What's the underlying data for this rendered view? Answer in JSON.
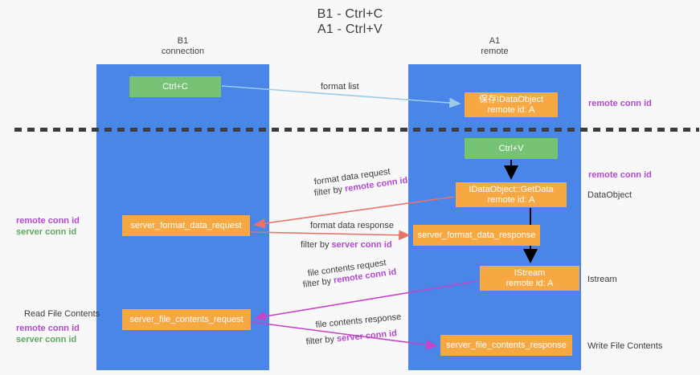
{
  "title": {
    "line1": "B1 - Ctrl+C",
    "line2": "A1 - Ctrl+V"
  },
  "lanes": [
    {
      "id": "b1",
      "name": "B1",
      "role": "connection"
    },
    {
      "id": "a1",
      "name": "A1",
      "role": "remote"
    }
  ],
  "nodes": {
    "ctrl_c": {
      "label": "Ctrl+C",
      "sub": "",
      "color": "#76c376"
    },
    "save_idataobject": {
      "label": "保存IDataObject",
      "sub": "remote id: A",
      "color": "#f8a843"
    },
    "ctrl_v": {
      "label": "Ctrl+V",
      "sub": "",
      "color": "#76c376"
    },
    "getdata": {
      "label": "IDataObject::GetData",
      "sub": "remote id: A",
      "color": "#f8a843"
    },
    "sfd_request": {
      "label": "server_format_data_request",
      "sub": "",
      "color": "#f8a843"
    },
    "sfd_response": {
      "label": "server_format_data_response",
      "sub": "",
      "color": "#f8a843"
    },
    "istream": {
      "label": "IStream",
      "sub": "remote id: A",
      "color": "#f8a843"
    },
    "sfc_request": {
      "label": "server_file_contents_request",
      "sub": "",
      "color": "#f8a843"
    },
    "sfc_response": {
      "label": "server_file_contents_response",
      "sub": "",
      "color": "#f8a843"
    }
  },
  "edge_labels": {
    "format_list": "format list",
    "format_data_request": "format data request",
    "filter_by": "filter by ",
    "remote_conn_id": "remote conn id",
    "format_data_response": "format data response",
    "server_conn_id": "server conn id",
    "file_contents_request": "file contents request",
    "file_contents_response": "file contents response"
  },
  "annotations": {
    "right": [
      {
        "text": "remote conn id",
        "style": "purple"
      },
      {
        "text": "remote conn id",
        "style": "purple"
      },
      {
        "text": "DataObject",
        "style": "dark"
      },
      {
        "text": "Istream",
        "style": "dark"
      },
      {
        "text": "Write File Contents",
        "style": "dark"
      }
    ],
    "left": [
      {
        "text": "remote conn id",
        "style": "purple"
      },
      {
        "text": "server conn id",
        "style": "green"
      },
      {
        "text": "Read File Contents",
        "style": "dark"
      },
      {
        "text": "remote conn id",
        "style": "purple"
      },
      {
        "text": "server conn id",
        "style": "green"
      }
    ]
  },
  "colors": {
    "lane_blue": "#4a86e8",
    "node_green": "#76c376",
    "node_orange": "#f8a843",
    "accent_purple": "#b04ad0",
    "accent_green": "#5fa85f",
    "arrow_lightblue": "#9ccbea",
    "arrow_red": "#e8736a",
    "arrow_magenta": "#c644c6",
    "arrow_black": "#000000",
    "background": "#f8f8f8"
  }
}
